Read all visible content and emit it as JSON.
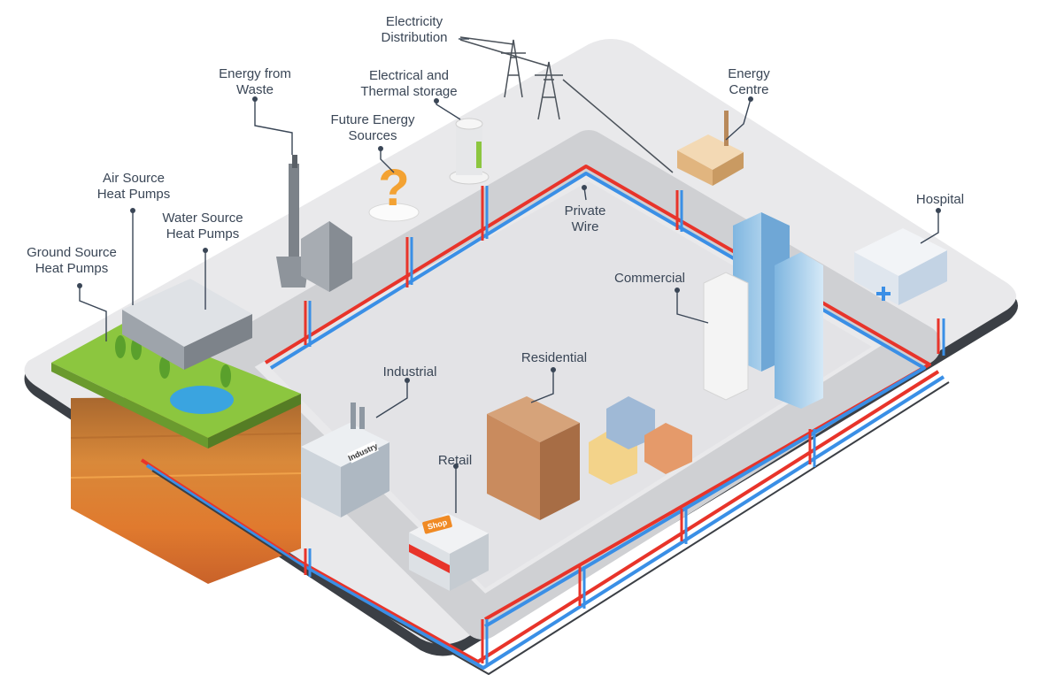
{
  "labels": {
    "electricity_distribution": "Electricity\nDistribution",
    "energy_from_waste": "Energy from\nWaste",
    "electrical_thermal_storage": "Electrical and\nThermal storage",
    "future_energy_sources": "Future Energy\nSources",
    "energy_centre": "Energy\nCentre",
    "air_source_heat_pumps": "Air Source\nHeat Pumps",
    "water_source_heat_pumps": "Water Source\nHeat Pumps",
    "ground_source_heat_pumps": "Ground Source\nHeat Pumps",
    "private_wire": "Private\nWire",
    "hospital": "Hospital",
    "commercial": "Commercial",
    "industrial": "Industrial",
    "residential": "Residential",
    "retail": "Retail"
  },
  "building_signs": {
    "industry": "Industry",
    "shop": "Shop"
  },
  "colors": {
    "platform_top": "#e9e9eb",
    "platform_edge": "#3b3f45",
    "road": "#c9c9cc",
    "pipe_hot": "#e8342a",
    "pipe_cold": "#3a8fe6",
    "ground_green": "#8cc63f",
    "soil": "#d88a3a",
    "label_text": "#3a4656",
    "leader_line": "#3a4656"
  }
}
